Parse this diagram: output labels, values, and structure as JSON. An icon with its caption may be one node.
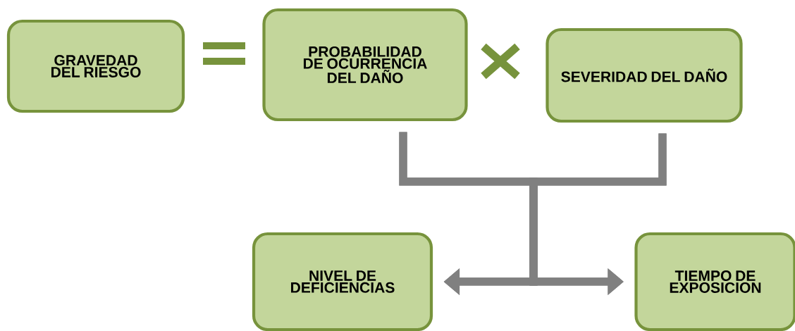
{
  "diagram": {
    "nodes": [
      {
        "text": [
          "GRAVEDAD DEL RIESGO"
        ]
      },
      {
        "text": [
          "PROBABILIDAD DE OCURRENCIA DEL DAÑO"
        ]
      },
      {
        "text": [
          "SEVERIDAD DEL DAÑO"
        ]
      },
      {
        "text": [
          "NIVEL DE DEFICIENCIAS"
        ]
      },
      {
        "text": [
          "TIEMPO DE EXPOSICION"
        ]
      }
    ],
    "edges": [
      {
        "from": 1,
        "to": 3,
        "arrow": "to"
      },
      {
        "from": 1,
        "to": 4,
        "arrow": "to"
      },
      {
        "from": 2,
        "to": 3,
        "arrow": "to"
      },
      {
        "from": 2,
        "to": 4,
        "arrow": "to"
      }
    ]
  }
}
